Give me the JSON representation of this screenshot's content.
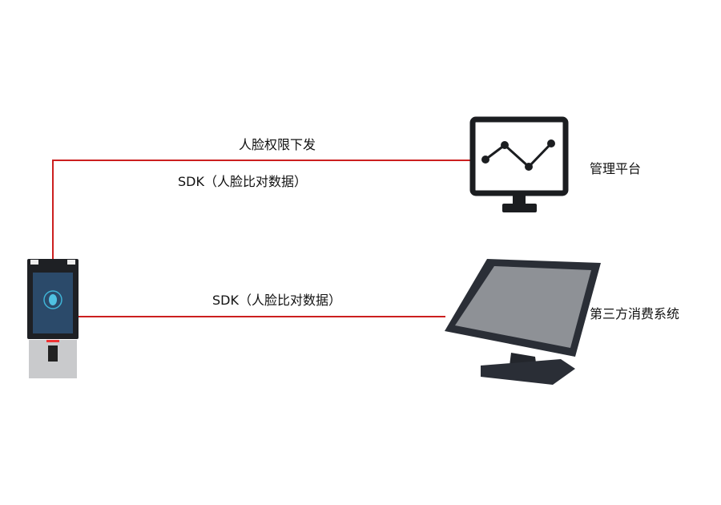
{
  "labels": {
    "top_line_upper": "人脸权限下发",
    "top_line_lower": "SDK（人脸比对数据）",
    "bottom_line": "SDK（人脸比对数据）",
    "management_platform": "管理平台",
    "third_party_system": "第三方消费系统"
  },
  "colors": {
    "connector": "#cc1f1f",
    "platform_icon": "#1b1d20"
  }
}
